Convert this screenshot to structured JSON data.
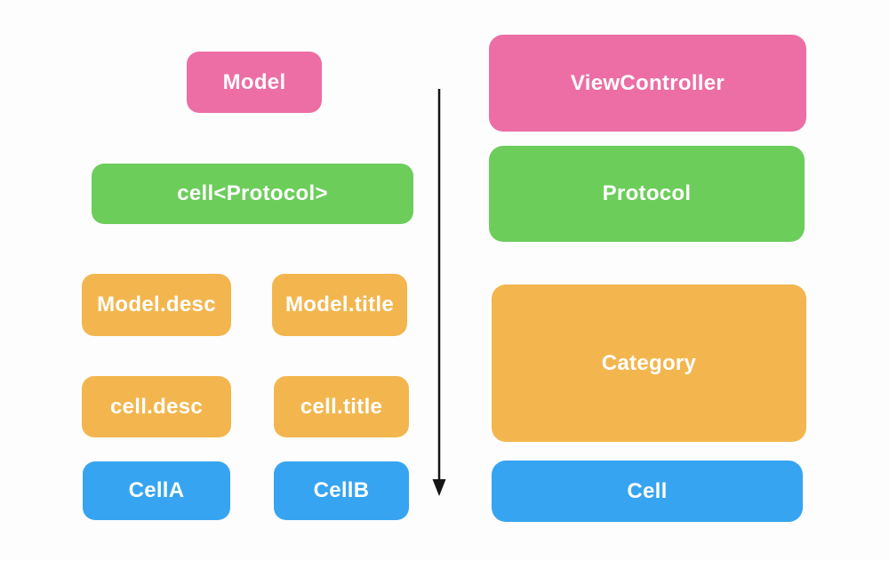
{
  "colors": {
    "pink": "#EC6EA5",
    "green": "#6CCD5B",
    "orange": "#F3B64E",
    "blue": "#36A4F1",
    "arrow": "#151515",
    "label_text": "#FFFFFF",
    "background": "#FDFDFD"
  },
  "left_column": {
    "model": {
      "label": "Model"
    },
    "cell_protocol": {
      "label": "cell<Protocol>"
    },
    "model_desc": {
      "label": "Model.desc"
    },
    "model_title": {
      "label": "Model.title"
    },
    "cell_desc": {
      "label": "cell.desc"
    },
    "cell_title": {
      "label": "cell.title"
    },
    "cell_a": {
      "label": "CellA"
    },
    "cell_b": {
      "label": "CellB"
    }
  },
  "right_column": {
    "view_controller": {
      "label": "ViewController"
    },
    "protocol": {
      "label": "Protocol"
    },
    "category": {
      "label": "Category"
    },
    "cell": {
      "label": "Cell"
    }
  },
  "arrow": {
    "direction": "down"
  }
}
